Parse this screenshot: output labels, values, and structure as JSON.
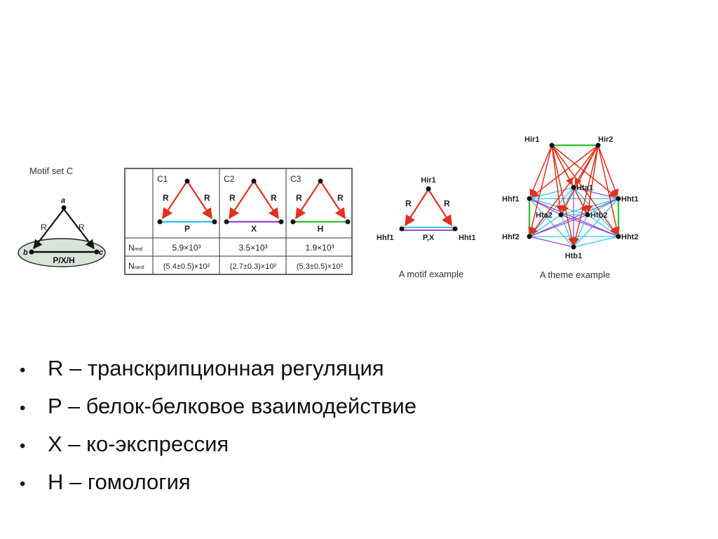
{
  "colors": {
    "regulation": "#e0301e",
    "interaction": "#36c6e6",
    "coexpression": "#9a4fd0",
    "homology": "#3cc43c",
    "ellipse_fill": "#d8e4d8",
    "node": "#111111"
  },
  "motif_set": {
    "title": "Motif set C",
    "nodes": {
      "a": "a",
      "b": "b",
      "c": "c"
    },
    "edge_r_left": "R",
    "edge_r_right": "R",
    "base_label": "P/X/H"
  },
  "table": {
    "columns": [
      {
        "name": "C1",
        "r_left": "R",
        "r_right": "R",
        "base": "P",
        "base_color": "#36c6e6",
        "n_real": "5.9×10³",
        "n_rand": "(5.4±0.5)×10²"
      },
      {
        "name": "C2",
        "r_left": "R",
        "r_right": "R",
        "base": "X",
        "base_color": "#9a4fd0",
        "n_real": "3.5×10³",
        "n_rand": "(2.7±0.3)×10²"
      },
      {
        "name": "C3",
        "r_left": "R",
        "r_right": "R",
        "base": "H",
        "base_color": "#3cc43c",
        "n_real": "1.9×10³",
        "n_rand": "(5.3±0.5)×10²"
      }
    ],
    "row_real": {
      "main": "N",
      "sub": "real"
    },
    "row_rand": {
      "main": "N",
      "sub": "rand"
    }
  },
  "motif_example": {
    "caption": "A motif example",
    "top": "Hir1",
    "left": "Hhf1",
    "right": "Hht1",
    "edge_r_left": "R",
    "edge_r_right": "R",
    "base_label": "P,X"
  },
  "theme_example": {
    "caption": "A theme example",
    "nodes": {
      "hir1": "Hir1",
      "hir2": "Hir2",
      "hhf1": "Hhf1",
      "hht1": "Hht1",
      "hta1": "Hta1",
      "hta2": "Hta2",
      "htb2": "Htb2",
      "hhf2": "Hhf2",
      "hht2": "Hht2",
      "htb1": "Htb1"
    }
  },
  "legend": [
    "R – транскрипционная регуляция",
    "P – белок-белковое взаимодействие",
    "X – ко-экспрессия",
    "H – гомология"
  ]
}
